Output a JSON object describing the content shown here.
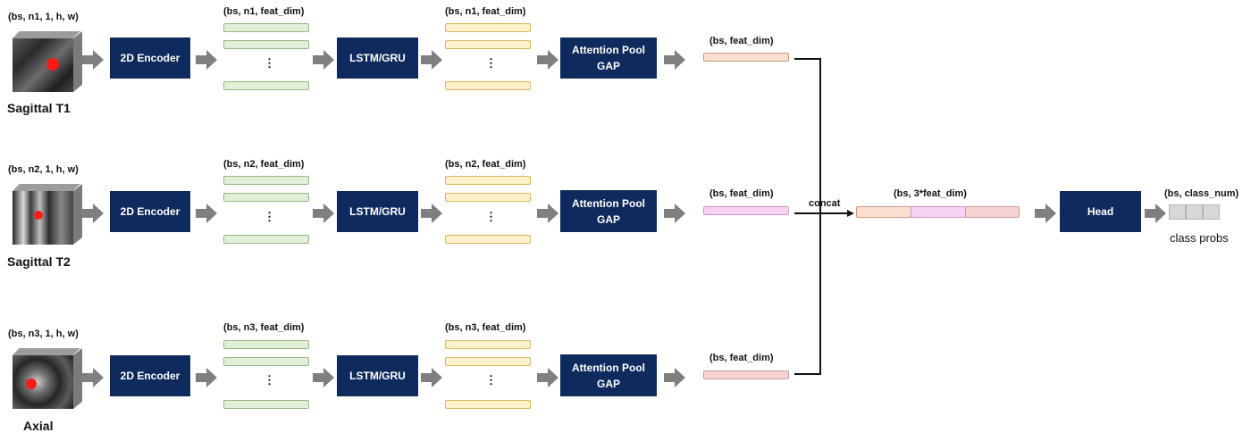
{
  "modalities": [
    {
      "shape_label": "(bs, n1, 1, h, w)",
      "name": "Sagittal T1",
      "encoder_label": "2D Encoder",
      "feat_label": "(bs, n1, feat_dim)",
      "rnn_label": "LSTM/GRU",
      "rnn_feat_label": "(bs, n1, feat_dim)",
      "pool_line1": "Attention Pool",
      "pool_line2": "GAP",
      "out_label": "(bs, feat_dim)",
      "dots": "⋮",
      "rnn_dots": "⋮",
      "out_color": "peach"
    },
    {
      "shape_label": "(bs, n2, 1, h, w)",
      "name": "Sagittal T2",
      "encoder_label": "2D Encoder",
      "feat_label": "(bs, n2, feat_dim)",
      "rnn_label": "LSTM/GRU",
      "rnn_feat_label": "(bs, n2, feat_dim)",
      "pool_line1": "Attention Pool",
      "pool_line2": "GAP",
      "out_label": "(bs, feat_dim)",
      "dots": "⋮",
      "rnn_dots": "⋮",
      "out_color": "pink"
    },
    {
      "shape_label": "(bs, n3, 1, h, w)",
      "name": "Axial",
      "encoder_label": "2D Encoder",
      "feat_label": "(bs, n3, feat_dim)",
      "rnn_label": "LSTM/GRU",
      "rnn_feat_label": "(bs, n3, feat_dim)",
      "pool_line1": "Attention Pool",
      "pool_line2": "GAP",
      "out_label": "(bs, feat_dim)",
      "dots": "⋮",
      "rnn_dots": "⋮",
      "out_color": "rose"
    }
  ],
  "concat": {
    "label": "concat",
    "shape_label": "(bs, 3*feat_dim)"
  },
  "head": {
    "label": "Head",
    "shape_label": "(bs, class_num)",
    "output_label": "class probs"
  },
  "colors": {
    "block": "#0f2a5c",
    "arrow": "#7f7f7f",
    "green_bar": "#e2efd8",
    "yellow_bar": "#fff1cc",
    "peach_bar": "#f8dfcf",
    "pink_bar": "#f7d2f5",
    "rose_bar": "#f7d2d2",
    "marker": "#ff1a1a"
  }
}
